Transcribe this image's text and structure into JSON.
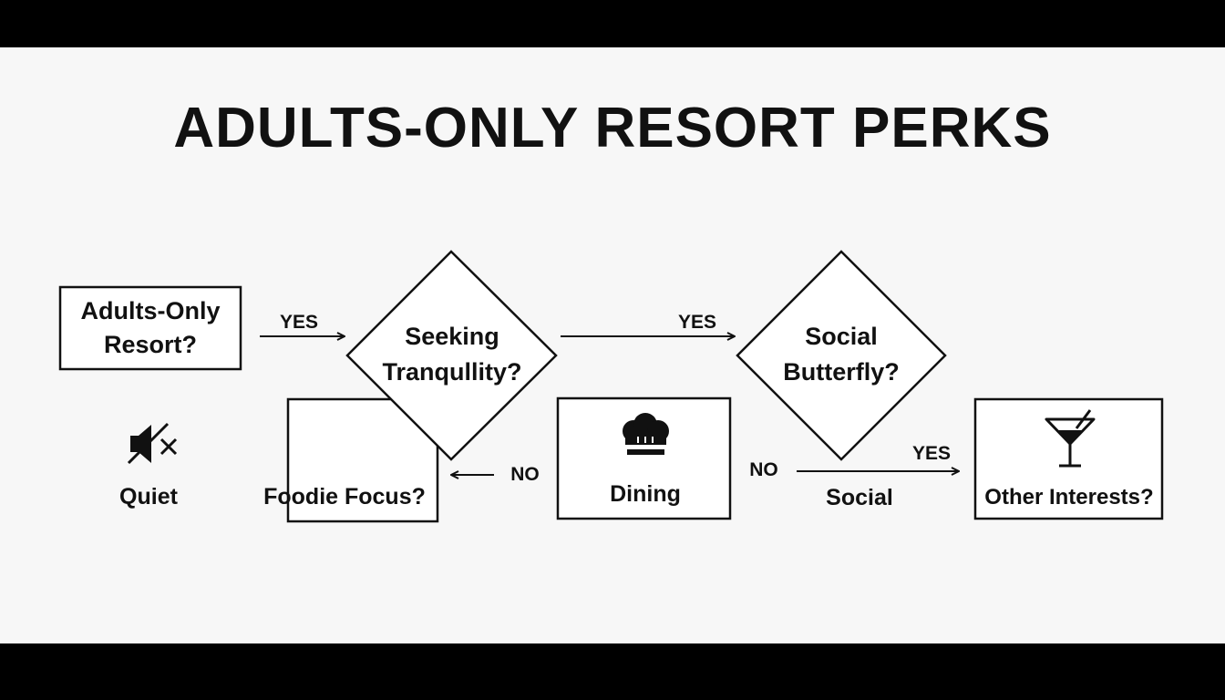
{
  "title": "ADULTS-ONLY RESORT PERKS",
  "nodes": {
    "adults_only": [
      "Adults-Only",
      "Resort?"
    ],
    "seeking_tranquility": [
      "Seeking",
      "Tranqullity?"
    ],
    "social_butterfly": [
      "Social",
      "Butterfly?"
    ],
    "foodie_focus": "Foodie Focus?",
    "dining": "Dining",
    "other_interests": "Other Interests?",
    "quiet": "Quiet",
    "social": "Social"
  },
  "edges": {
    "yes_1": "YES",
    "yes_2": "YES",
    "yes_3": "YES",
    "no_1": "NO",
    "no_2": "NO"
  },
  "icons": {
    "quiet": "muted-speaker-icon",
    "dining": "chef-hat-icon",
    "other_interests": "cocktail-glass-icon"
  },
  "colors": {
    "background": "#f7f7f7",
    "ink": "#111111",
    "frame": "#000000"
  }
}
